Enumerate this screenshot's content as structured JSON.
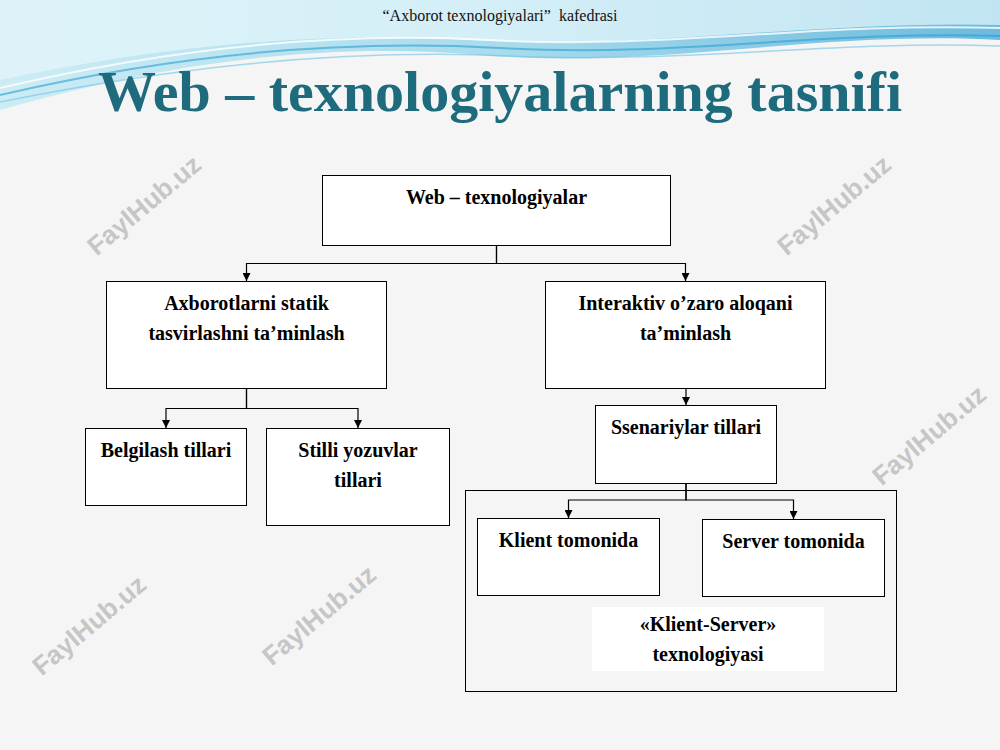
{
  "diagram": {
    "title": "Web – texnologiyalarning tasnifi",
    "nodes": [
      {
        "text": [
          "Web – texnologiyalar"
        ]
      },
      {
        "text": [
          "Axborotlarni statik tasvirlashni ta’minlash"
        ]
      },
      {
        "text": [
          "Interaktiv o’zaro aloqani ta’minlash"
        ]
      },
      {
        "text": [
          "Belgilash tillari"
        ]
      },
      {
        "text": [
          "Stilli yozuvlar tillari"
        ]
      },
      {
        "text": [
          "Ssenariylar tillari"
        ]
      },
      {
        "text": [
          "«Klient-Server» texnologiyasi"
        ]
      },
      {
        "text": [
          "Klient tomonida"
        ],
        "in": 6
      },
      {
        "text": [
          "Server tomonida"
        ],
        "in": 6
      }
    ],
    "edges": [
      {
        "from": 0,
        "to": 1,
        "arrow": "to"
      },
      {
        "from": 0,
        "to": 2,
        "arrow": "to"
      },
      {
        "from": 1,
        "to": 3,
        "arrow": "to"
      },
      {
        "from": 1,
        "to": 4,
        "arrow": "to"
      },
      {
        "from": 2,
        "to": 5,
        "arrow": "to"
      },
      {
        "from": 5,
        "to": 7,
        "arrow": "to"
      },
      {
        "from": 5,
        "to": 8,
        "arrow": "to"
      }
    ],
    "labels": [
      "“Axborot texnologiyalari”  kafedrasi",
      "FaylHub.uz",
      "FaylHub.uz",
      "FaylHub.uz",
      "FaylHub.uz",
      "FaylHub.uz"
    ]
  }
}
